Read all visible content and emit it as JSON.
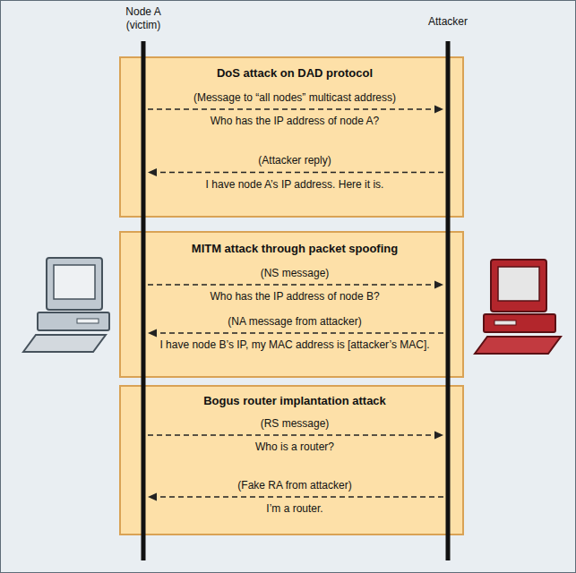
{
  "diagram": {
    "nodes": [
      {
        "text": [
          "DoS attack on DAD protocol",
          "(Message to “all nodes” multicast address)",
          "Who has the IP address of node A?",
          "(Attacker reply)",
          "I have node A’s IP address. Here it is."
        ]
      },
      {
        "text": [
          "MITM attack through packet spoofing",
          "(NS message)",
          "Who has the IP address of node B?",
          "(NA message from attacker)",
          "I have node B’s IP, my MAC address is [attacker’s MAC]."
        ]
      },
      {
        "text": [
          "Bogus router implantation attack",
          "(RS message)",
          "Who is a router?",
          "(Fake RA from attacker)",
          "I’m a router."
        ]
      }
    ],
    "labels": [
      "Node A (victim)",
      "Attacker"
    ]
  }
}
